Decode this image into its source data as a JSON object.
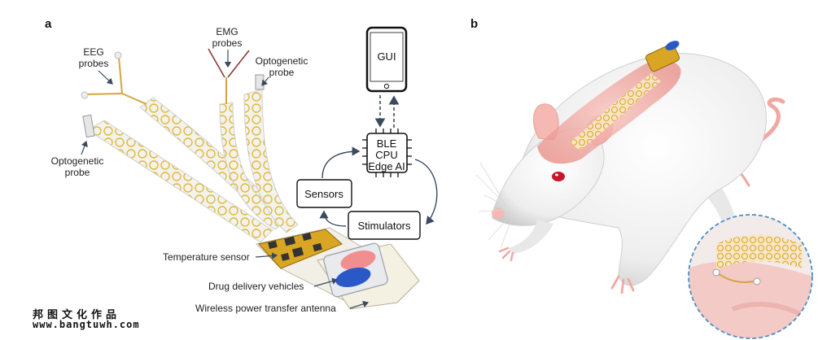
{
  "panels": {
    "a": "a",
    "b": "b"
  },
  "device_labels": {
    "eeg": [
      "EEG",
      "probes"
    ],
    "emg": [
      "EMG",
      "probes"
    ],
    "opto_right": [
      "Optogenetic",
      "probe"
    ],
    "opto_left": [
      "Optogenetic",
      "probe"
    ],
    "temp_sensor": "Temperature sensor",
    "drug": "Drug delivery vehicles",
    "antenna": "Wireless power transfer antenna"
  },
  "system": {
    "gui": "GUI",
    "chip": [
      "BLE",
      "CPU",
      "Edge AI"
    ],
    "sensors": "Sensors",
    "stimulators": "Stimulators"
  },
  "watermark": {
    "line1": "邦图文化作品",
    "line2": "www.bangtuwh.com"
  },
  "colors": {
    "coil": "#e2b93a",
    "flex": "#ececec",
    "skin": "#f2b0aa",
    "eye": "#c8162b",
    "drug_pink": "#f08e90",
    "drug_blue": "#2a58c9",
    "inset_border": "#4a90c8"
  }
}
